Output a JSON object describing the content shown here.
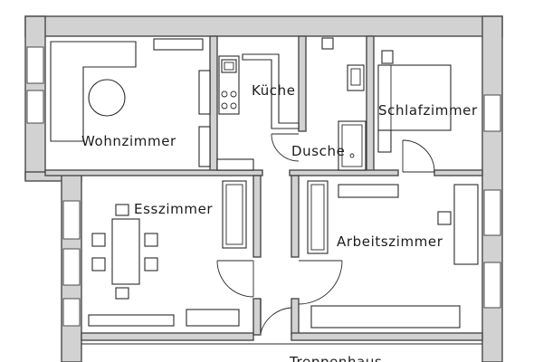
{
  "plan": {
    "rooms": {
      "wohnzimmer": "Wohnzimmer",
      "kueche": "Küche",
      "dusche": "Dusche",
      "schlafzimmer": "Schlafzimmer",
      "esszimmer": "Esszimmer",
      "arbeitszimmer": "Arbeitszimmer",
      "treppenhaus": "Treppenhaus"
    },
    "colors": {
      "wall_fill": "#d2d2d2",
      "line": "#2a2a2a",
      "background": "#ffffff"
    }
  }
}
